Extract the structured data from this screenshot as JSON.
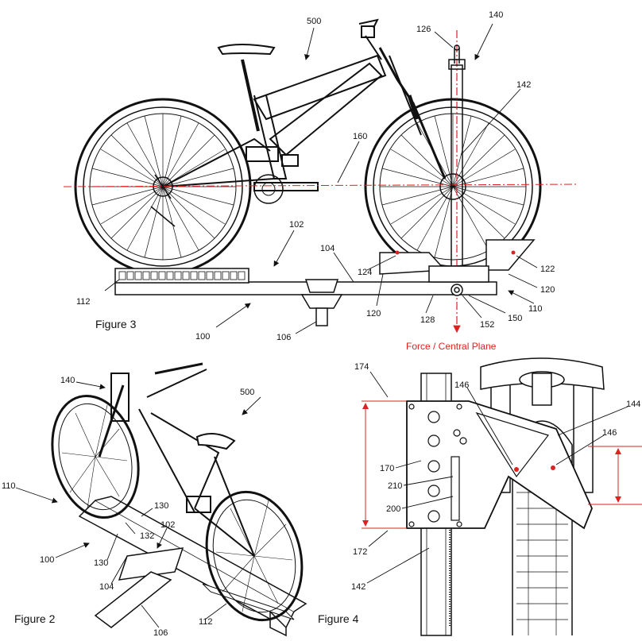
{
  "figure3": {
    "caption": "Figure 3",
    "force_label": "Force / Central Plane",
    "labels": {
      "l500": "500",
      "l140": "140",
      "l126": "126",
      "l142": "142",
      "l160": "160",
      "l102": "102",
      "l104": "104",
      "l124": "124",
      "l122": "122",
      "l120a": "120",
      "l120b": "120",
      "l110": "110",
      "l112": "112",
      "l100": "100",
      "l106": "106",
      "l128": "128",
      "l152": "152",
      "l150": "150"
    }
  },
  "figure2": {
    "caption": "Figure 2",
    "labels": {
      "l140": "140",
      "l500": "500",
      "l110": "110",
      "l130a": "130",
      "l132": "132",
      "l102": "102",
      "l100": "100",
      "l130b": "130",
      "l104": "104",
      "l112": "112",
      "l106": "106"
    }
  },
  "figure4": {
    "caption": "Figure 4",
    "labels": {
      "l174": "174",
      "l146a": "146",
      "l144": "144",
      "l146b": "146",
      "l170": "170",
      "l210": "210",
      "l200": "200",
      "l172": "172",
      "l142": "142"
    }
  },
  "colors": {
    "line": "#111111",
    "accent": "#dd2222"
  }
}
